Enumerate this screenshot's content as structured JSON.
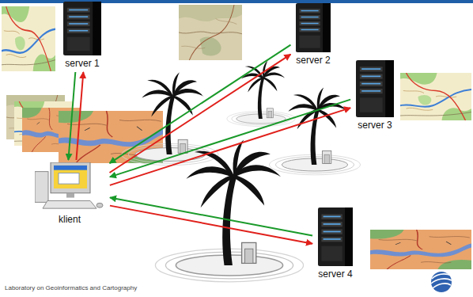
{
  "diagram": {
    "nodes": [
      {
        "text": [
          "server 1"
        ]
      },
      {
        "text": [
          "server 2"
        ]
      },
      {
        "text": [
          "server 3"
        ]
      },
      {
        "text": [
          "klient"
        ]
      },
      {
        "text": [
          "server 4"
        ]
      }
    ],
    "edges": [
      {
        "from": 3,
        "to": 0,
        "arrow": "to"
      },
      {
        "from": 0,
        "to": 3,
        "arrow": "to"
      },
      {
        "from": 3,
        "to": 1,
        "arrow": "to"
      },
      {
        "from": 1,
        "to": 3,
        "arrow": "to"
      },
      {
        "from": 3,
        "to": 2,
        "arrow": "to"
      },
      {
        "from": 2,
        "to": 3,
        "arrow": "to"
      },
      {
        "from": 3,
        "to": 4,
        "arrow": "to"
      },
      {
        "from": 4,
        "to": 3,
        "arrow": "to"
      }
    ],
    "labels": [
      "Laboratory on Geoinformatics and Cartography"
    ]
  }
}
